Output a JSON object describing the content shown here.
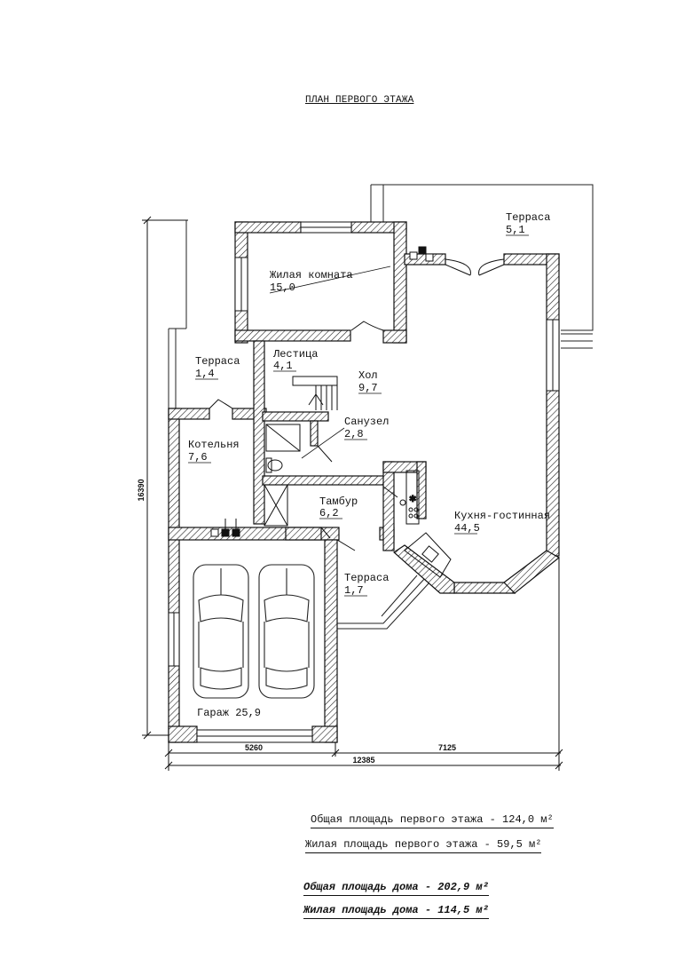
{
  "title": "ПЛАН ПЕРВОГО ЭТАЖА",
  "rooms": {
    "terrace_top": {
      "label": "Терраса",
      "area": "5,1"
    },
    "living": {
      "label": "Жилая комната",
      "area": "15,0"
    },
    "stairs": {
      "label": "Лестица",
      "area": "4,1"
    },
    "hall": {
      "label": "Хол",
      "area": "9,7"
    },
    "terrace_left": {
      "label": "Терраса",
      "area": "1,4"
    },
    "bathroom": {
      "label": "Санузел",
      "area": "2,8"
    },
    "boiler": {
      "label": "Котельня",
      "area": "7,6"
    },
    "vestibule": {
      "label": "Тамбур",
      "area": "6,2"
    },
    "kitchen": {
      "label": "Кухня-гостинная",
      "area": "44,5"
    },
    "terrace_bottom": {
      "label": "Терраса",
      "area": "1,7"
    },
    "garage": {
      "label": "Гараж 25,9"
    }
  },
  "dimensions": {
    "height": "16390",
    "left_width": "5260",
    "right_width": "7125",
    "total_width": "12385"
  },
  "summary": {
    "floor_total": "Общая площадь первого этажа - 124,0 м²",
    "floor_living": "Жилая площадь первого этажа  - 59,5 м²",
    "house_total": "Общая площадь дома - 202,9 м²",
    "house_living": "Жилая площадь дома -  114,5 м²"
  }
}
